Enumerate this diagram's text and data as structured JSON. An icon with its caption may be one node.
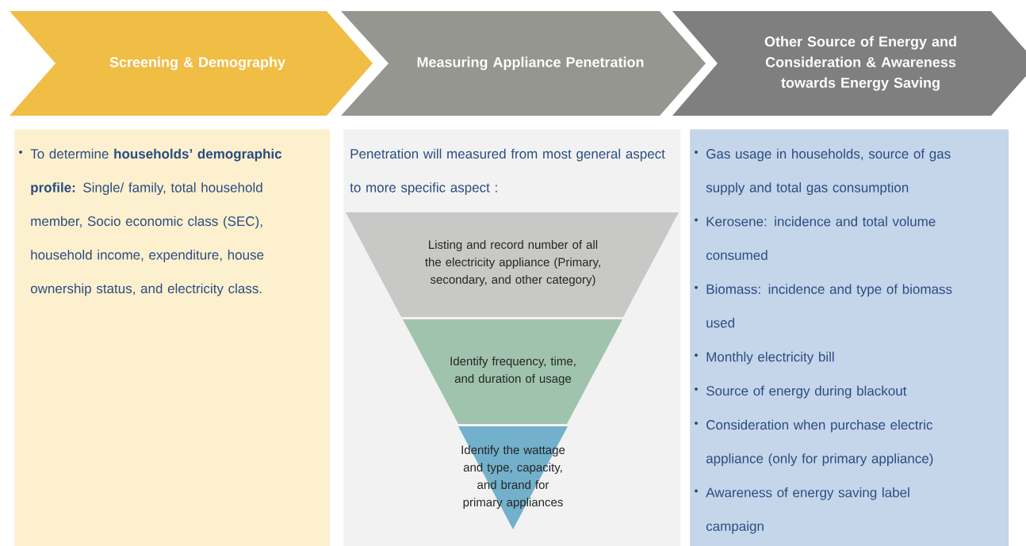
{
  "diagram": {
    "nodes": [
      {
        "text": [
          "Screening & Demography"
        ]
      },
      {
        "text": [
          "Measuring Appliance Penetration"
        ]
      },
      {
        "text": [
          "Other Source of Energy and Consideration & Awareness towards Energy Saving"
        ]
      },
      {
        "text": [
          "To determine **households’ demographic profile:** Single/ family, total household member, Socio economic class (SEC), household income, expenditure, house ownership status, and electricity class."
        ]
      },
      {
        "text": [
          "Penetration will measured from most general aspect to more specific aspect :"
        ]
      },
      {
        "text": [
          "Gas usage in households, source of gas supply and total gas consumption",
          "Kerosene: incidence and total volume consumed",
          "Biomass: incidence and type of biomass used",
          "Monthly electricity bill",
          "Source of energy during blackout",
          "Consideration when purchase electric appliance (only for primary appliance)",
          "Awareness of energy saving label campaign"
        ]
      },
      {
        "text": [
          "Listing and record number of all the electricity appliance (Primary, secondary, and other category)"
        ],
        "in": 4
      },
      {
        "text": [
          "Identify frequency, time, and duration of usage"
        ],
        "in": 4
      },
      {
        "text": [
          "Identify the wattage and type, capacity, and brand for primary appliances"
        ],
        "in": 4
      }
    ]
  }
}
